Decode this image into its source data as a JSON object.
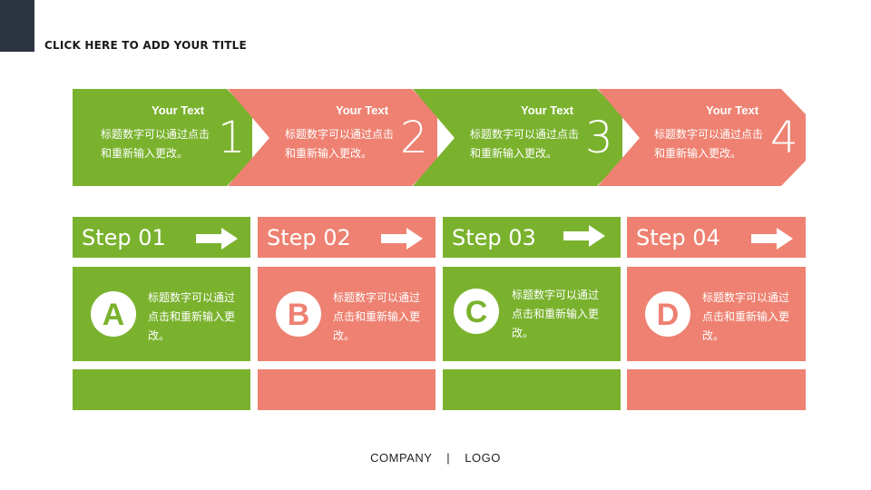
{
  "slide": {
    "title": "CLICK HERE TO ADD YOUR TITLE"
  },
  "colors": {
    "green": "#7ab22e",
    "red": "#ee8171",
    "corner": "#2b3440"
  },
  "chevrons": [
    {
      "heading": "Your Text",
      "body": "标题数字可以通过点击和重新输入更改。",
      "number": "1",
      "color": "green"
    },
    {
      "heading": "Your Text",
      "body": "标题数字可以通过点击和重新输入更改。",
      "number": "2",
      "color": "red"
    },
    {
      "heading": "Your Text",
      "body": "标题数字可以通过点击和重新输入更改。",
      "number": "3",
      "color": "green"
    },
    {
      "heading": "Your Text",
      "body": "标题数字可以通过点击和重新输入更改。",
      "number": "4",
      "color": "red"
    }
  ],
  "steps": [
    {
      "label": "Step 01",
      "letter": "A",
      "body": "标题数字可以通过点击和重新输入更改。",
      "color": "green",
      "icon": "arrow-right-icon"
    },
    {
      "label": "Step 02",
      "letter": "B",
      "body": "标题数字可以通过点击和重新输入更改。",
      "color": "red",
      "icon": "arrow-right-icon"
    },
    {
      "label": "Step 03",
      "letter": "C",
      "body": "标题数字可以通过点击和重新输入更改。",
      "color": "green",
      "icon": "arrow-right-icon"
    },
    {
      "label": "Step 04",
      "letter": "D",
      "body": "标题数字可以通过点击和重新输入更改。",
      "color": "red",
      "icon": "arrow-right-icon"
    }
  ],
  "footer": {
    "company": "COMPANY",
    "separator": "|",
    "logo": "LOGO"
  }
}
